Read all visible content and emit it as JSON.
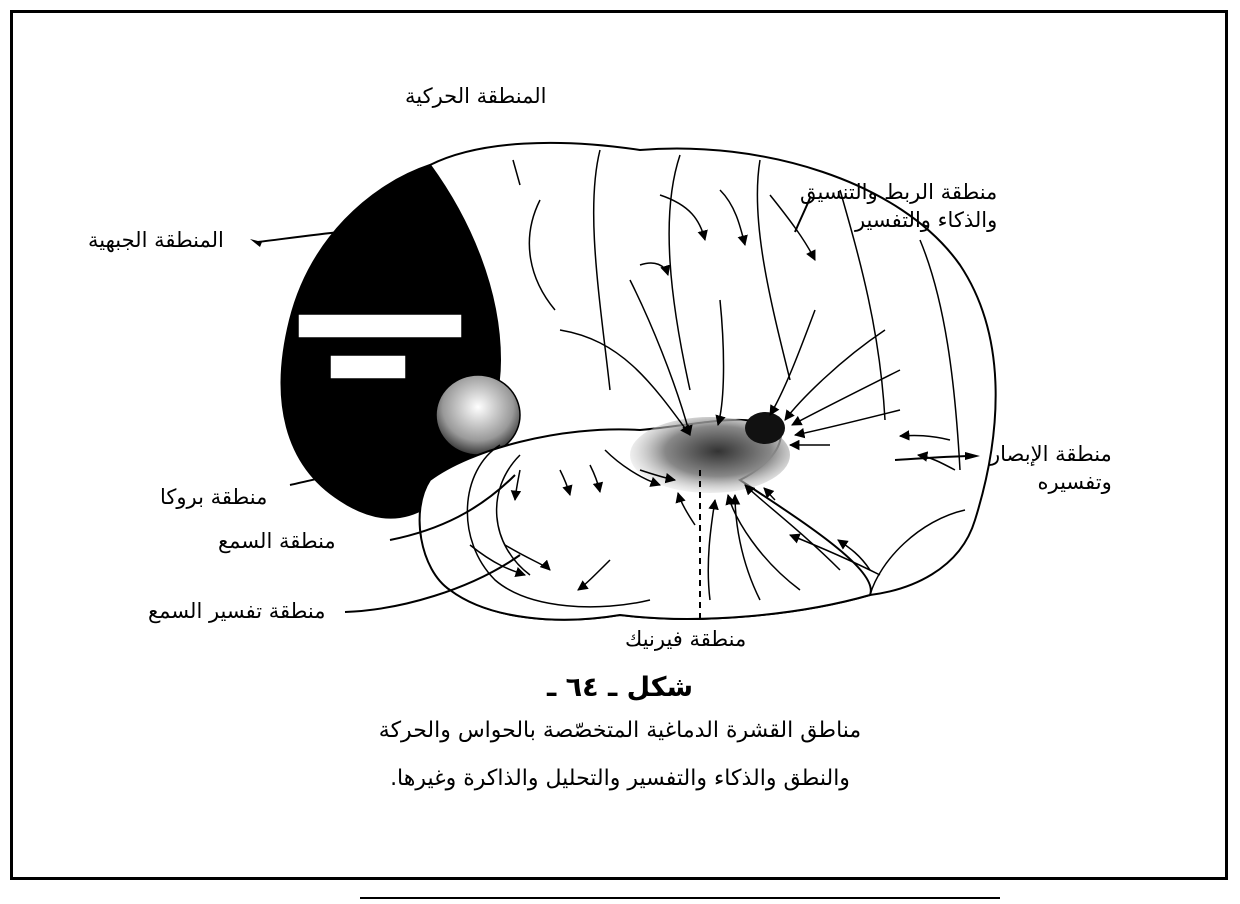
{
  "figure": {
    "title": "شكل ـ ٦٤ ـ",
    "caption_line_1": "مناطق القشرة الدماغية المتخصّصة بالحواس والحركة",
    "caption_line_2": "والنطق والذكاء والتفسير والتحليل والذاكرة وغيرها."
  },
  "labels": {
    "motor_area": "المنطقة الحركية",
    "association_area_line_1": "منطقة الربط والتنسيق",
    "association_area_line_2": "والذكاء والتفسير",
    "frontal_area": "المنطقة الجبهية",
    "visual_area_line_1": "منطقة الإبصار",
    "visual_area_line_2": "وتفسيره",
    "broca_area": "منطقة بروكا",
    "hearing_area": "منطقة السمع",
    "hearing_interpretation_area": "منطقة تفسير السمع",
    "wernicke_area": "منطقة فيرنيك"
  },
  "colors": {
    "ink": "#000000",
    "paper": "#ffffff"
  }
}
